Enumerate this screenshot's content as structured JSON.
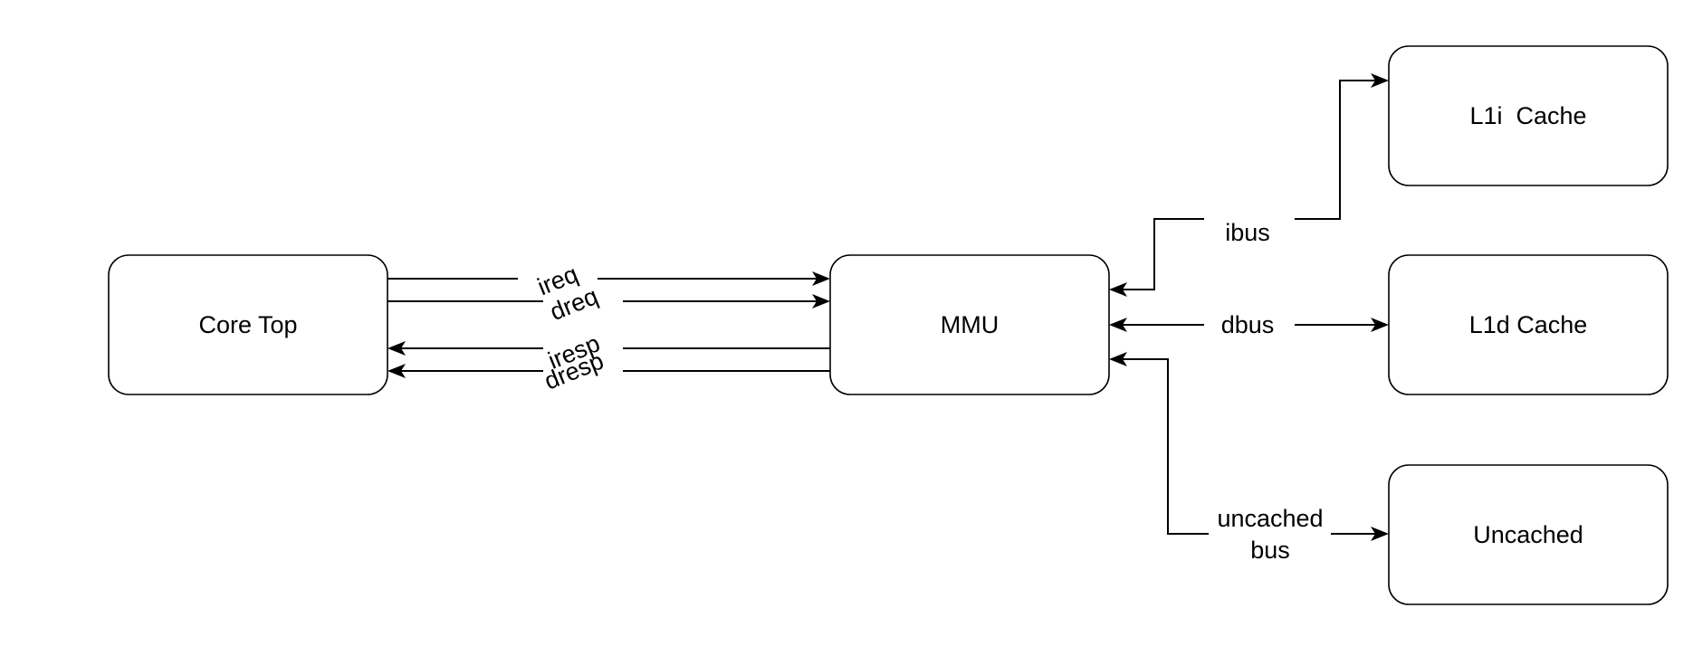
{
  "blocks": {
    "core_top": "Core Top",
    "mmu": "MMU",
    "l1i_cache": "L1i  Cache",
    "l1d_cache": "L1d Cache",
    "uncached": "Uncached"
  },
  "signals": {
    "ireq": "ireq",
    "dreq": "dreq",
    "iresp": "iresp",
    "dresp": "dresp",
    "ibus": "ibus",
    "dbus": "dbus",
    "uncached_bus_line1": "uncached",
    "uncached_bus_line2": "bus"
  },
  "colors": {
    "stroke": "#000000",
    "fill": "#ffffff"
  }
}
